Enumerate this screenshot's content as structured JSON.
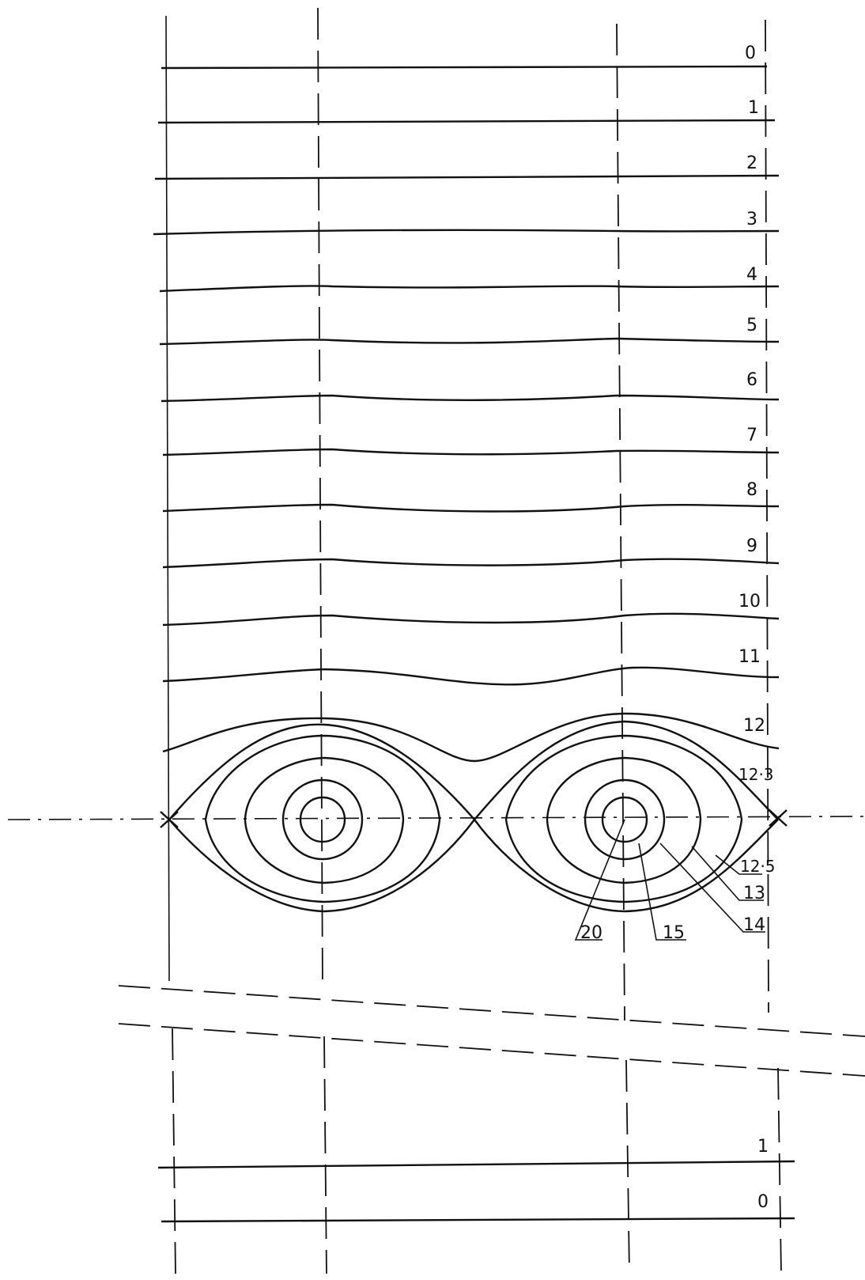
{
  "upper_levels": [
    "0",
    "1",
    "2",
    "3",
    "4",
    "5",
    "6",
    "7",
    "8",
    "9",
    "10",
    "11",
    "12"
  ],
  "separatrix_label": "12·3",
  "island_labels": [
    "12·5",
    "13",
    "14",
    "15",
    "20"
  ],
  "lower_levels": [
    "1",
    "0"
  ]
}
